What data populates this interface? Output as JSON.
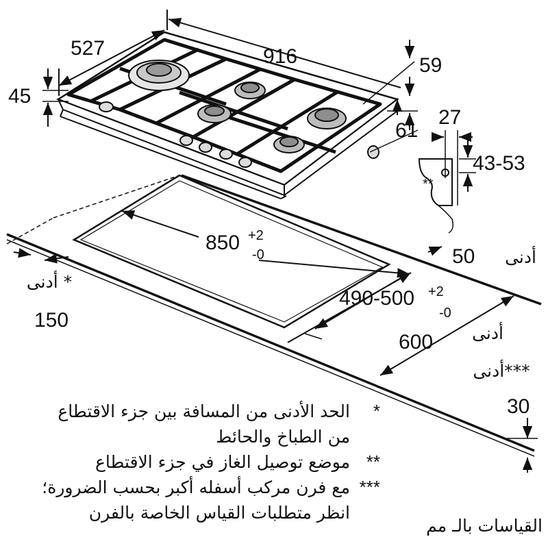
{
  "dimensions": {
    "depth_hob": "527",
    "width_hob": "916",
    "height_45": "45",
    "height_59": "59",
    "height_61": "61",
    "bracket_27": "27",
    "bracket_range": "43-53",
    "cutout_width": "850",
    "cutout_width_tol_plus": "+2",
    "cutout_width_tol_minus": "-0",
    "cutout_depth": "490-500",
    "cutout_depth_tol_plus": "+2",
    "cutout_depth_tol_minus": "-0",
    "min_50": "50",
    "min_50_label": "أدنى",
    "min_150_label": "* أدنى",
    "min_150": "150",
    "min_600_label": "أدنى",
    "min_600": "600",
    "min_30_label": "***أدنى",
    "min_30": "30",
    "gas_marker": "**"
  },
  "notes": [
    {
      "mark": "*",
      "lines": [
        "الحد الأدنى من المسافة بين جزء الاقتطاع",
        "من الطباخ والحائط"
      ]
    },
    {
      "mark": "**",
      "lines": [
        "موضع توصيل الغاز في جزء الاقتطاع"
      ]
    },
    {
      "mark": "***",
      "lines": [
        "مع فرن مركب أسفله أكبر بحسب الضرورة؛",
        "انظر متطلبات القياس الخاصة بالفرن"
      ]
    }
  ],
  "units_label": "القياسات بالـ مم"
}
